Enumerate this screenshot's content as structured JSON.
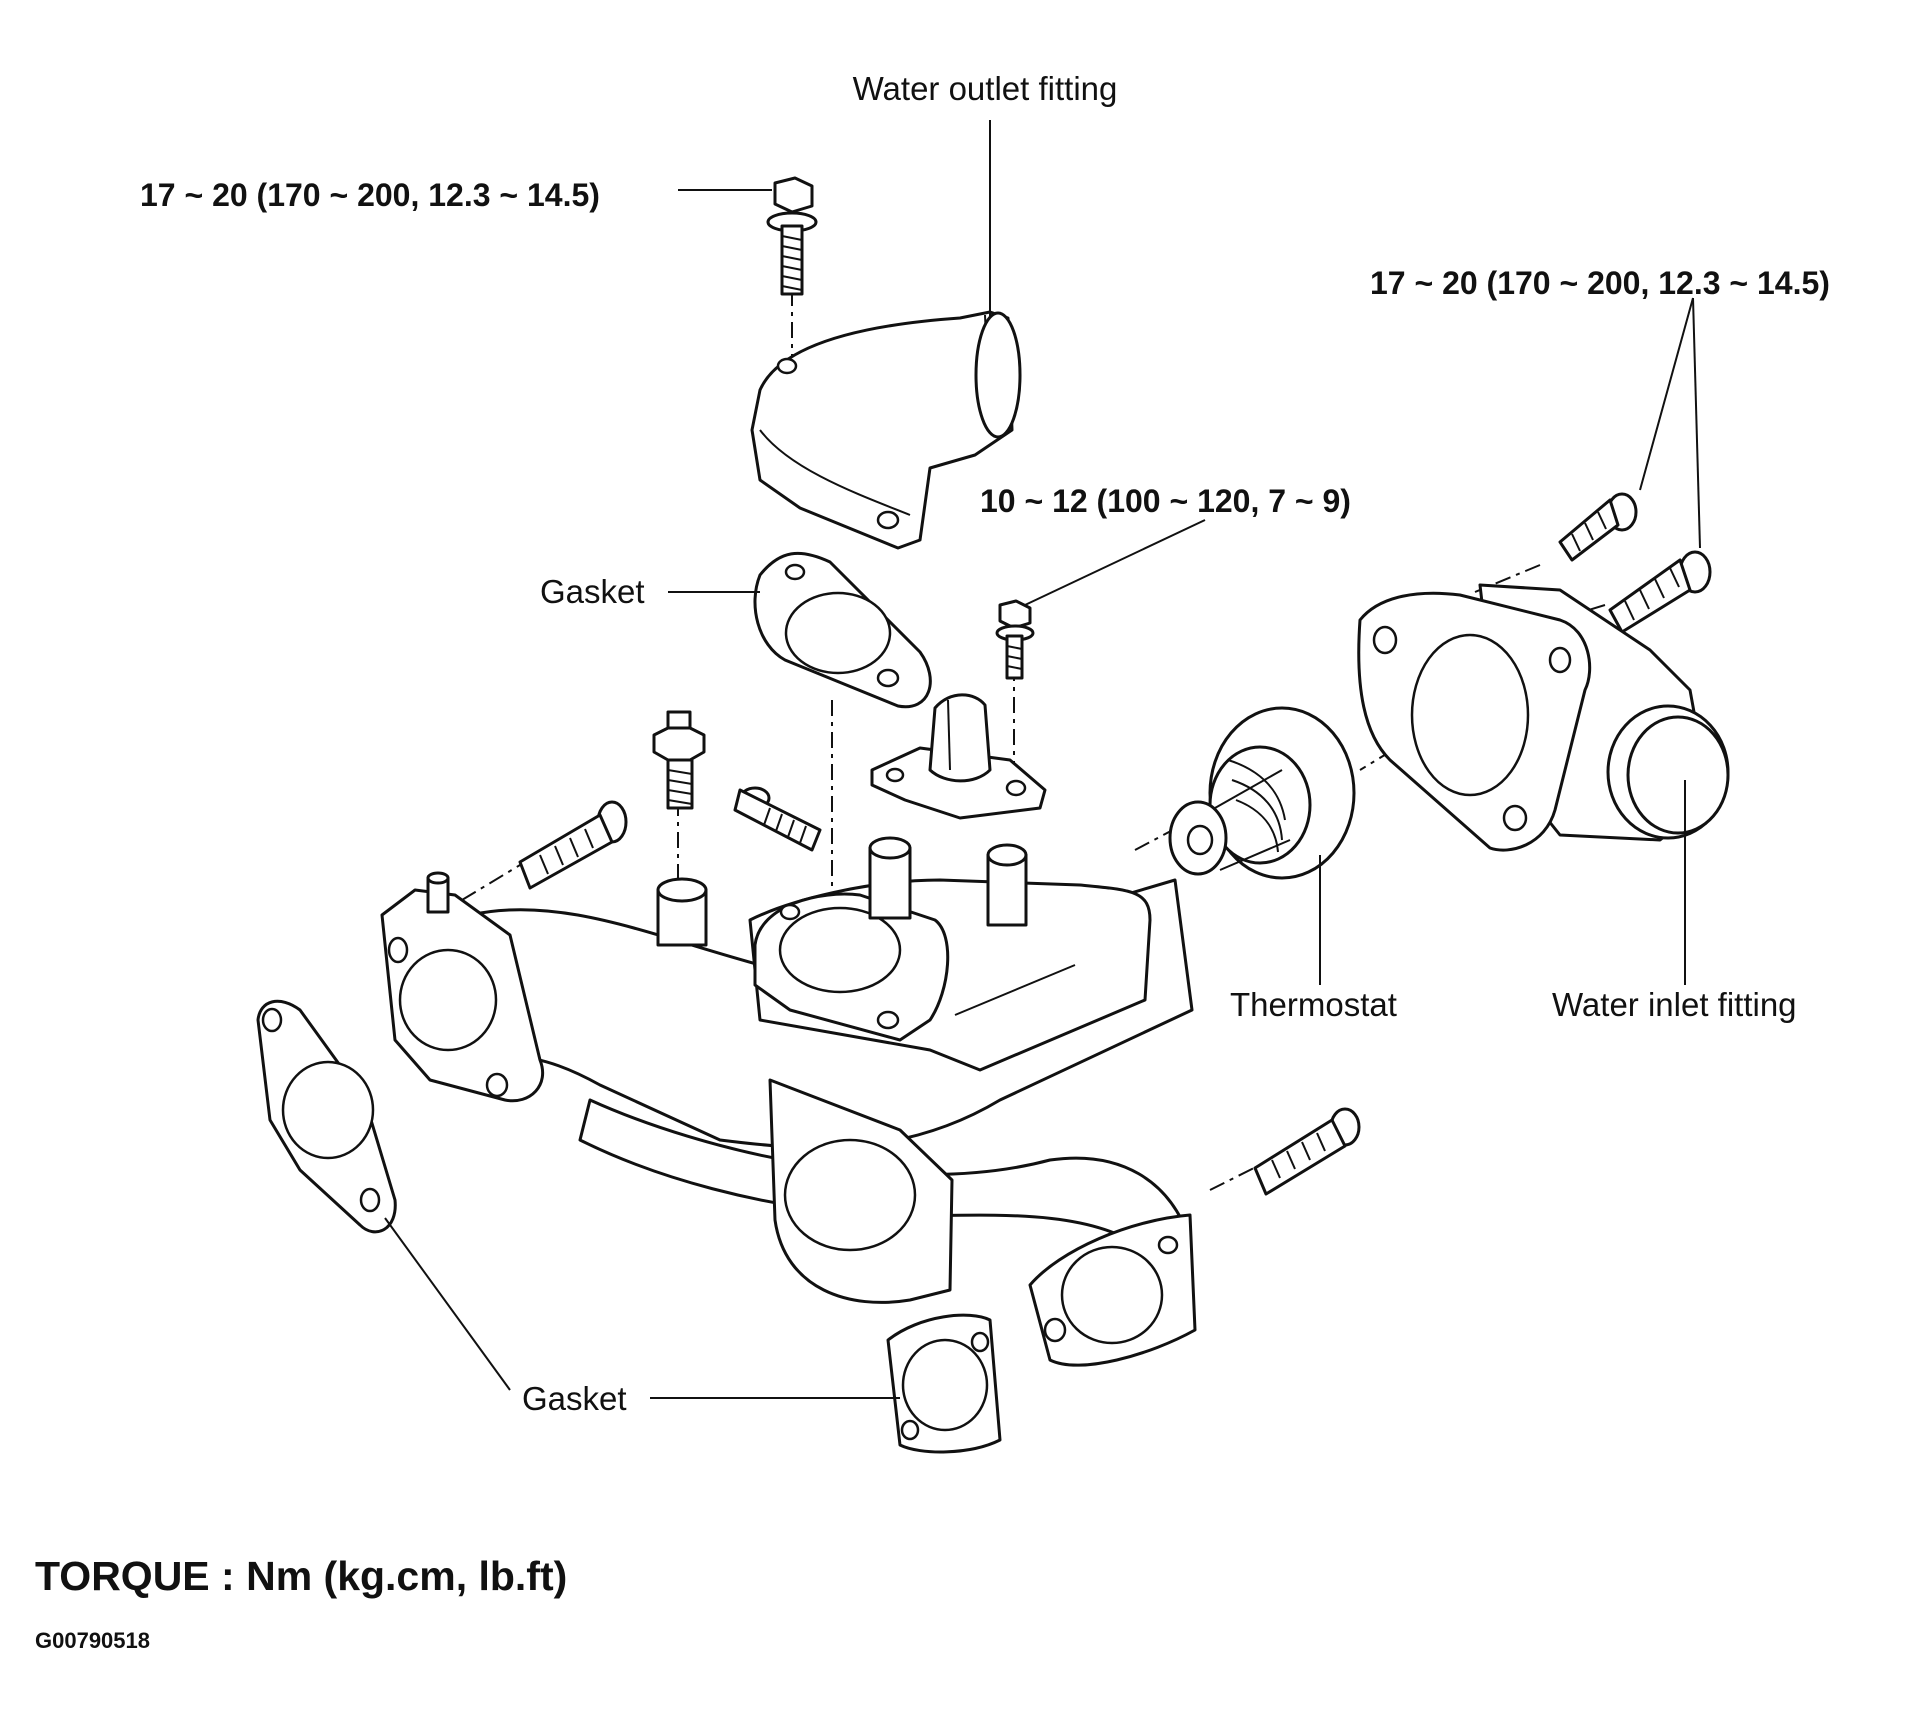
{
  "labels": {
    "water_outlet_fitting": "Water outlet fitting",
    "torque_outlet_bolt": "17 ~ 20 (170 ~ 200, 12.3 ~ 14.5)",
    "torque_inlet_bolts": "17 ~ 20 (170 ~ 200, 12.3 ~ 14.5)",
    "torque_sensor_bolt": "10 ~ 12 (100 ~ 120, 7 ~ 9)",
    "gasket_upper": "Gasket",
    "gasket_lower": "Gasket",
    "thermostat": "Thermostat",
    "water_inlet_fitting": "Water inlet fitting"
  },
  "footer": {
    "torque_units": "TORQUE : Nm (kg.cm, lb.ft)",
    "figure_code": "G00790518"
  }
}
